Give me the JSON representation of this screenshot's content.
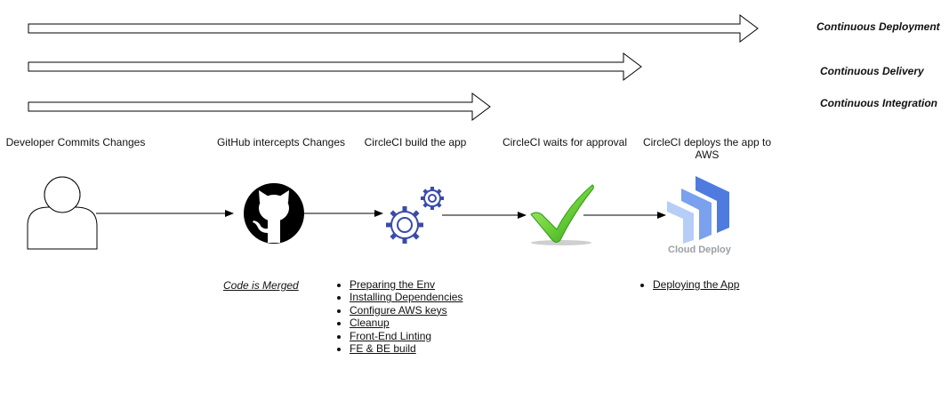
{
  "pipeline_arrows": [
    {
      "label": "Continuous Deployment"
    },
    {
      "label": "Continuous Delivery"
    },
    {
      "label": "Continuous Integration"
    }
  ],
  "stages": [
    {
      "title": "Developer Commits Changes",
      "icon": "user-icon"
    },
    {
      "title": "GitHub intercepts Changes",
      "icon": "github-icon"
    },
    {
      "title": "CircleCI build the app",
      "icon": "gears-icon"
    },
    {
      "title": "CircleCI waits for approval",
      "icon": "checkmark-icon"
    },
    {
      "title": "CircleCI deploys the app to AWS",
      "icon": "cloud-deploy-icon"
    }
  ],
  "github_note": "Code is Merged",
  "build_steps": [
    "Preparing the Env",
    "Installing Dependencies",
    "Configure AWS keys",
    "Cleanup",
    "Front-End Linting",
    "FE & BE build"
  ],
  "deploy_steps": [
    "Deploying the App"
  ],
  "cloud_deploy_caption": "Cloud Deploy",
  "colors": {
    "line": "#000000",
    "gear": "#3b4ba8",
    "check_light": "#8de04a",
    "check_dark": "#2f9a1a",
    "deploy_dark": "#4f7be0",
    "deploy_mid": "#7aa0ee",
    "deploy_light": "#b6cdf7",
    "caption_grey": "#9aa0a6"
  }
}
